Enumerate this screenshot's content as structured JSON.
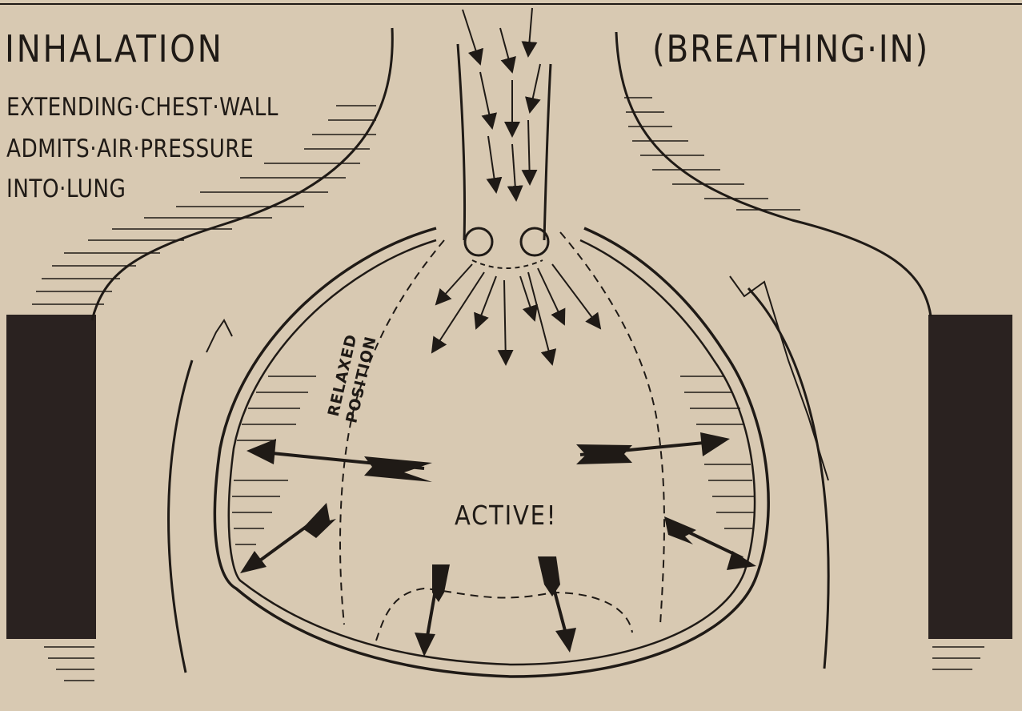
{
  "diagram": {
    "title": "INHALATION",
    "subtitle": "(BREATHING·IN)",
    "description_lines": [
      "EXTENDING·CHEST·WALL",
      "ADMITS·AIR·PRESSURE",
      "INTO·LUNG"
    ],
    "relaxed_label_line1": "RELAXED",
    "relaxed_label_line2": "POSITION",
    "active_label": "ACTIVE!"
  },
  "colors": {
    "paper": "#d8c9b2",
    "ink": "#1f1a16",
    "block": "#2a2220"
  }
}
